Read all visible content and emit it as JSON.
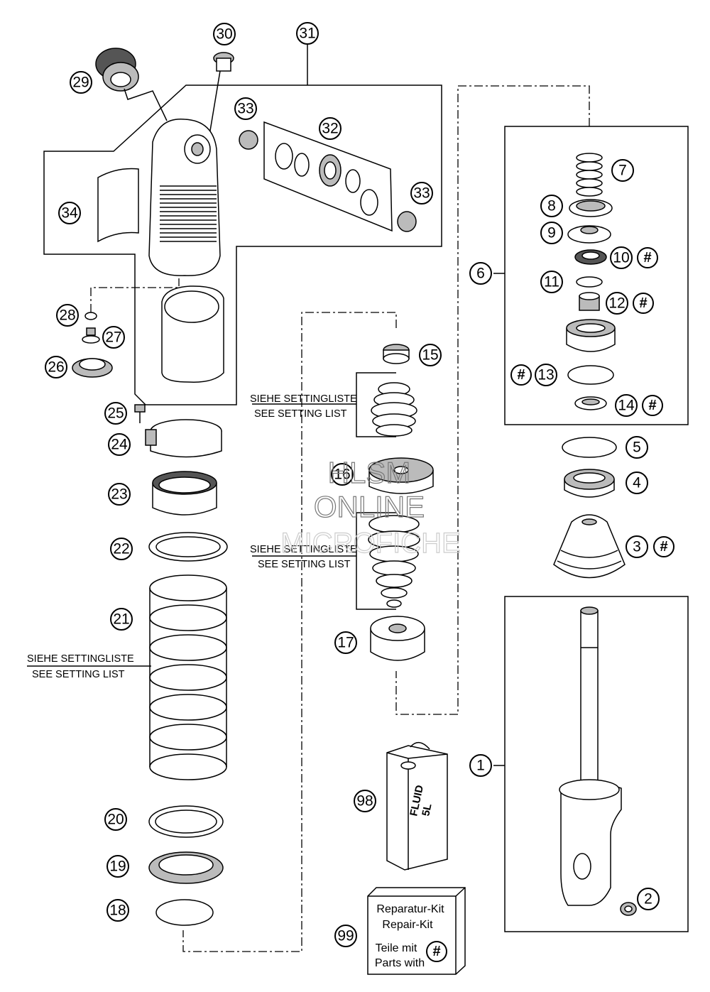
{
  "callouts": [
    {
      "id": "c1",
      "label": "1"
    },
    {
      "id": "c2",
      "label": "2"
    },
    {
      "id": "c3",
      "label": "3"
    },
    {
      "id": "c4",
      "label": "4"
    },
    {
      "id": "c5",
      "label": "5"
    },
    {
      "id": "c6",
      "label": "6"
    },
    {
      "id": "c7",
      "label": "7"
    },
    {
      "id": "c8",
      "label": "8"
    },
    {
      "id": "c9",
      "label": "9"
    },
    {
      "id": "c10",
      "label": "10"
    },
    {
      "id": "c11",
      "label": "11"
    },
    {
      "id": "c12",
      "label": "12"
    },
    {
      "id": "c13",
      "label": "13"
    },
    {
      "id": "c14",
      "label": "14"
    },
    {
      "id": "c15",
      "label": "15"
    },
    {
      "id": "c16",
      "label": "16"
    },
    {
      "id": "c17",
      "label": "17"
    },
    {
      "id": "c18",
      "label": "18"
    },
    {
      "id": "c19",
      "label": "19"
    },
    {
      "id": "c20",
      "label": "20"
    },
    {
      "id": "c21",
      "label": "21"
    },
    {
      "id": "c22",
      "label": "22"
    },
    {
      "id": "c23",
      "label": "23"
    },
    {
      "id": "c24",
      "label": "24"
    },
    {
      "id": "c25",
      "label": "25"
    },
    {
      "id": "c26",
      "label": "26"
    },
    {
      "id": "c27",
      "label": "27"
    },
    {
      "id": "c28",
      "label": "28"
    },
    {
      "id": "c29",
      "label": "29"
    },
    {
      "id": "c30",
      "label": "30"
    },
    {
      "id": "c31",
      "label": "31"
    },
    {
      "id": "c32",
      "label": "32"
    },
    {
      "id": "c33a",
      "label": "33"
    },
    {
      "id": "c33b",
      "label": "33"
    },
    {
      "id": "c34",
      "label": "34"
    },
    {
      "id": "c98",
      "label": "98"
    },
    {
      "id": "c99",
      "label": "99"
    }
  ],
  "hash_mark": "#",
  "notes": {
    "setting_de": "SIEHE SETTINGLISTE",
    "setting_en": "SEE SETTING LIST"
  },
  "fluid_can": {
    "line1": "FLUID",
    "line2": "5L"
  },
  "repair_kit": {
    "line1": "Reparatur-Kit",
    "line2": "Repair-Kit",
    "line3": "Teile mit",
    "line4": "Parts with"
  },
  "watermark": {
    "line1": "HLSM",
    "line2": "ONLINE",
    "line3": "MICROFICHE"
  }
}
